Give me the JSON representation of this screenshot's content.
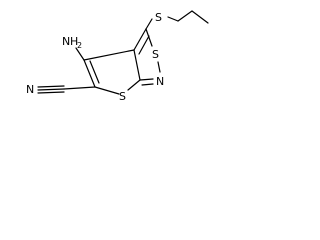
{
  "molecule": {
    "atoms": {
      "amine_n": "N",
      "amine_h": "H",
      "amine_sub": "2",
      "nitrile_n": "N",
      "thiophene_s": "S",
      "thiazole_s": "S",
      "thiazole_n": "N",
      "thioether_s": "S"
    }
  }
}
